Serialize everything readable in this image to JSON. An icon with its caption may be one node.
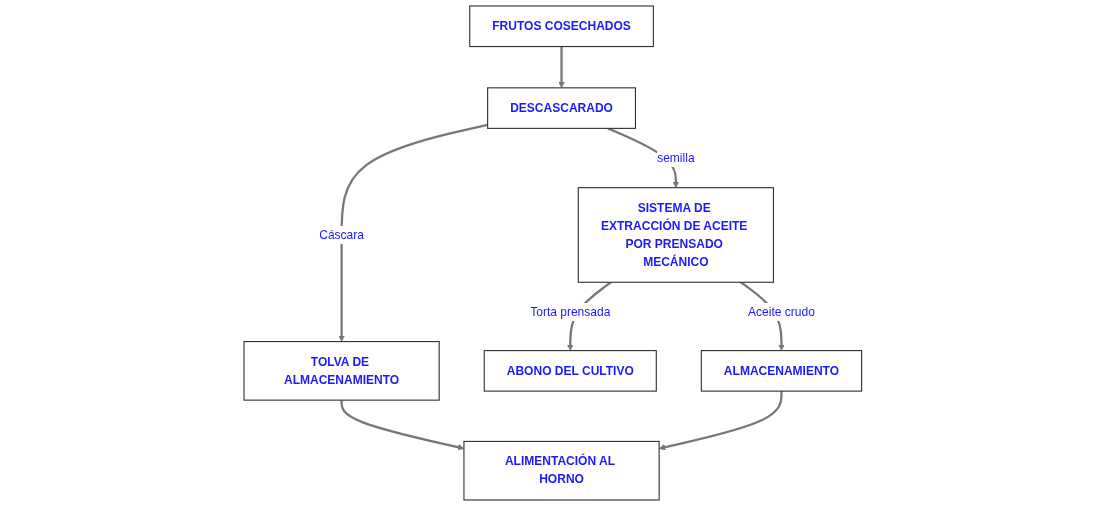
{
  "diagram": {
    "nodes": [
      {
        "text": [
          "FRUTOS COSECHADOS"
        ]
      },
      {
        "text": [
          "DESCASCARADO"
        ]
      },
      {
        "text": [
          "TOLVA DE ALMACENAMIENTO"
        ]
      },
      {
        "text": [
          "ABONO DEL CULTIVO"
        ]
      },
      {
        "text": [
          "SISTEMA DE EXTRACCIÓN DE ACEITE POR PRENSADO MECÁNICO"
        ]
      },
      {
        "text": [
          "ALMACENAMIENTO"
        ]
      },
      {
        "text": [
          "ALIMENTACIÓN AL HORNO"
        ]
      }
    ],
    "edges": [
      {
        "from": 0,
        "to": 1,
        "arrow": "to"
      },
      {
        "from": 1,
        "to": 2,
        "arrow": "to",
        "label": "Cáscara"
      },
      {
        "from": 1,
        "to": 4,
        "arrow": "to",
        "label": "semilla"
      },
      {
        "from": 4,
        "to": 3,
        "arrow": "to",
        "label": "Torta prensada"
      },
      {
        "from": 4,
        "to": 5,
        "arrow": "to",
        "label": "Aceite crudo"
      },
      {
        "from": 2,
        "to": 6,
        "arrow": "to"
      },
      {
        "from": 5,
        "to": 6,
        "arrow": "to"
      }
    ]
  }
}
